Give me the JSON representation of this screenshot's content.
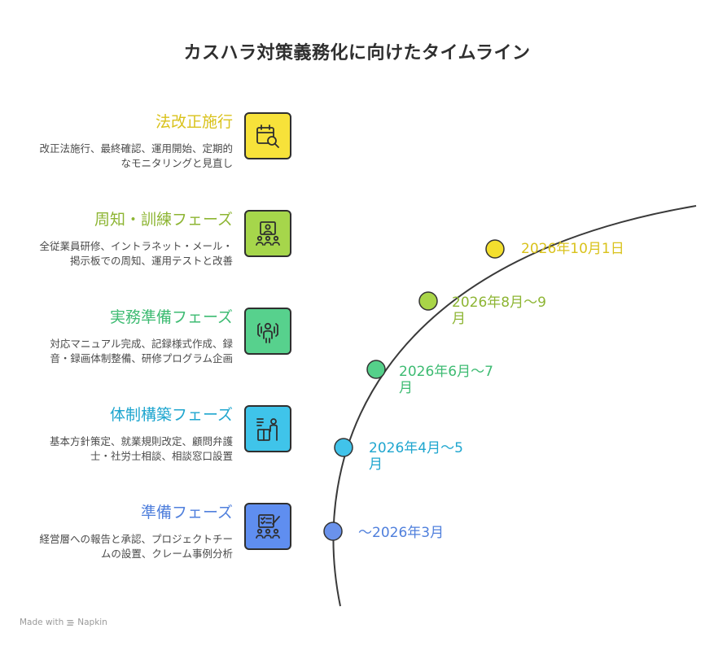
{
  "title": "カスハラ対策義務化に向けたタイムライン",
  "phases": [
    {
      "title": "法改正施行",
      "description": "改正法施行、最終確認、運用開始、定期的なモニタリングと見直し",
      "date": "2026年10月1日",
      "color": "#d9c21b",
      "box_color": "#f7e23a",
      "dot_color": "#f3df2e",
      "icon": "calendar-search-icon"
    },
    {
      "title": "周知・訓練フェーズ",
      "description": "全従業員研修、イントラネット・メール・掲示板での周知、運用テストと改善",
      "date": "2026年8月〜9月",
      "color": "#8db533",
      "box_color": "#a6d64b",
      "dot_color": "#a9d548",
      "icon": "presentation-audience-icon"
    },
    {
      "title": "実務準備フェーズ",
      "description": "対応マニュアル完成、記録様式作成、録音・録画体制整備、研修プログラム企画",
      "date": "2026年6月〜7月",
      "color": "#3dbb72",
      "box_color": "#57d18d",
      "dot_color": "#55d08a",
      "icon": "person-speaking-icon"
    },
    {
      "title": "体制構築フェーズ",
      "description": "基本方針策定、就業規則改定、顧問弁護士・社労士相談、相談窓口設置",
      "date": "2026年4月〜5月",
      "color": "#1fa6cf",
      "box_color": "#3fc4ea",
      "dot_color": "#41c3ea",
      "icon": "person-desk-icon"
    },
    {
      "title": "準備フェーズ",
      "description": "経営層への報告と承認、プロジェクトチームの設置、クレーム事例分析",
      "date": "〜2026年3月",
      "color": "#4f7fdc",
      "box_color": "#5f8ef0",
      "dot_color": "#6a92ec",
      "icon": "team-checklist-icon"
    }
  ],
  "footer": {
    "made_with": "Made with",
    "brand": "Napkin"
  }
}
